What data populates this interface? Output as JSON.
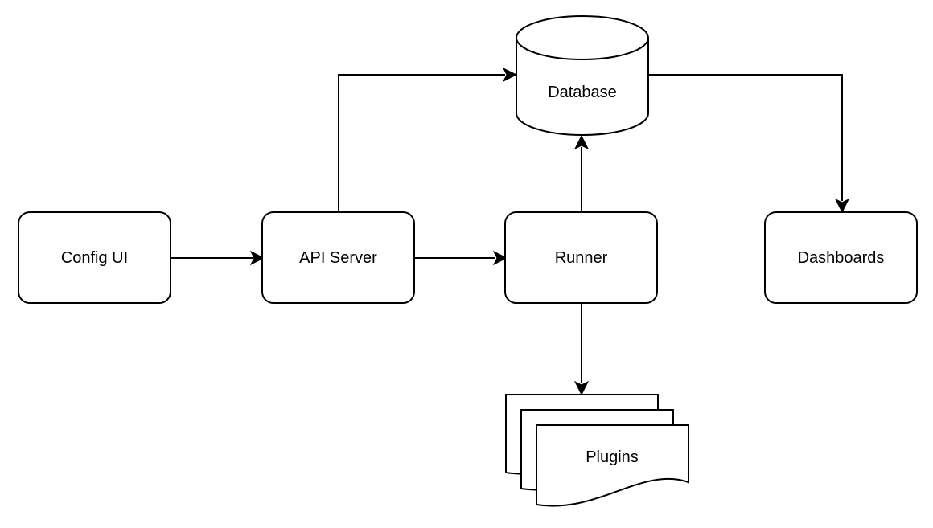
{
  "nodes": {
    "config_ui": "Config UI",
    "api_server": "API Server",
    "runner": "Runner",
    "dashboards": "Dashboards",
    "database": "Database",
    "plugins": "Plugins"
  },
  "edges": [
    {
      "from": "Config UI",
      "to": "API Server"
    },
    {
      "from": "API Server",
      "to": "Runner"
    },
    {
      "from": "API Server",
      "to": "Database"
    },
    {
      "from": "Runner",
      "to": "Database"
    },
    {
      "from": "Database",
      "to": "Dashboards"
    },
    {
      "from": "Runner",
      "to": "Plugins"
    }
  ],
  "colors": {
    "stroke": "#000000",
    "fill": "#ffffff",
    "background": "#ffffff"
  }
}
